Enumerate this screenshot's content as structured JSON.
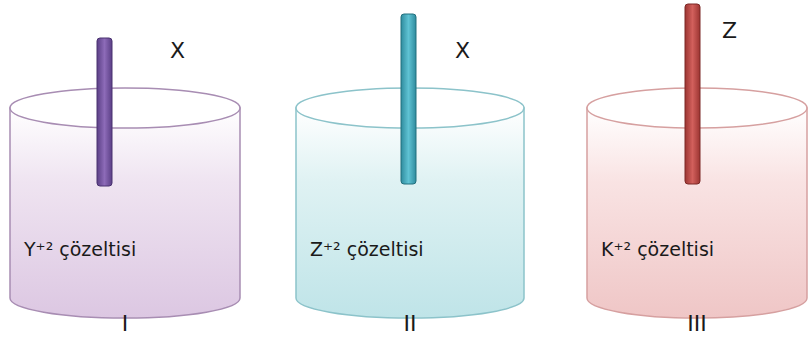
{
  "diagram": {
    "nodes": [
      {
        "text": [
          "Y⁺² çözeltisi"
        ]
      },
      {
        "text": [
          "Z⁺² çözeltisi"
        ]
      },
      {
        "text": [
          "K⁺² çözeltisi"
        ]
      }
    ],
    "labels": [
      "X",
      "X",
      "Z",
      "I",
      "II",
      "III"
    ]
  }
}
